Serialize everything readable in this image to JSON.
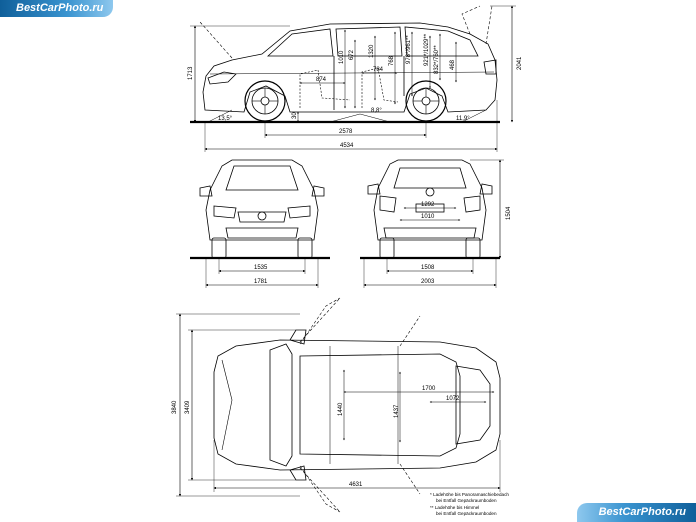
{
  "watermark": {
    "top_left": "BestCarPhoto.ru",
    "bottom_right": "BestCarPhoto.ru"
  },
  "side_view": {
    "overall_height": "1713",
    "height_open_hatch": "2041",
    "approach_angle": "13,5°",
    "departure_angle": "11,9°",
    "ramp_angle": "8,8°",
    "ground_clearance": "30",
    "wheelbase": "2578",
    "overall_length": "4534",
    "front_legroom": "874",
    "rear_legroom": "784",
    "interior_dims": [
      "1010",
      "672",
      "1320",
      "768",
      "978*/961**",
      "921*/1029**",
      "832*/760**",
      "468"
    ]
  },
  "front_view": {
    "track_front": "1535",
    "width": "1781"
  },
  "rear_view": {
    "height": "1504",
    "cargo_opening_width": "1010",
    "cargo_opening_top": "1292",
    "track_rear": "1508",
    "width_mirrors": "2003"
  },
  "top_view": {
    "width_mirrors": "3840",
    "width_doors": "3409",
    "cargo_length": "1700",
    "cargo_width": "1072",
    "interior_width_front": "1440",
    "interior_width_rear": "1437",
    "length_open": "4631"
  },
  "footnotes": [
    "* Ladehöhe bis Panoramaschiebedach",
    "bei Entfall Gepäckraumboden",
    "** Ladehöhe bis Himmel",
    "bei Entfall Gepäckraumboden"
  ]
}
